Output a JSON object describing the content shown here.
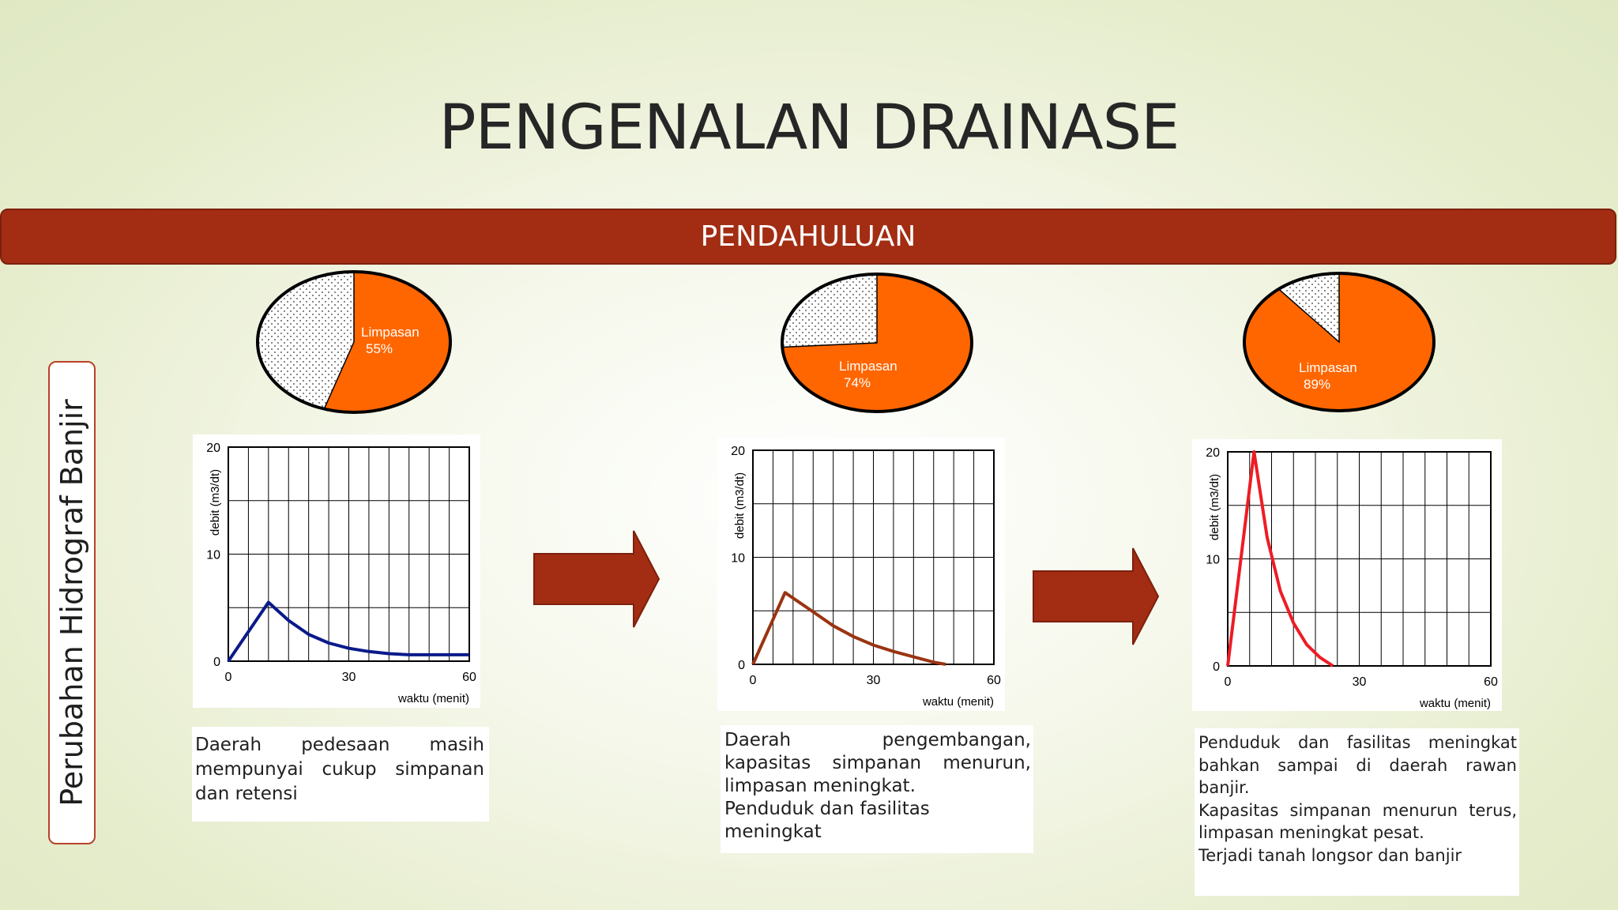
{
  "slide": {
    "title": "PENGENALAN DRAINASE",
    "banner": "PENDAHULUAN",
    "side_label": "Perubahan Hidrograf Banjir"
  },
  "colors": {
    "banner": "#a22d13",
    "pie_runoff": "#ff6600",
    "arrow": "#a22d13",
    "series": [
      "#0a1a8a",
      "#9a3412",
      "#ee1c24"
    ]
  },
  "pies": [
    {
      "runoff_pct": 55,
      "label": "Limpasan",
      "value_label": "55%"
    },
    {
      "runoff_pct": 74,
      "label": "Limpasan",
      "value_label": "74%"
    },
    {
      "runoff_pct": 89,
      "label": "Limpasan",
      "value_label": "89%"
    }
  ],
  "chart_data": [
    {
      "type": "line",
      "xlabel": "waktu (menit)",
      "ylabel": "debit (m3/dt)",
      "xlim": [
        0,
        60
      ],
      "ylim": [
        0,
        20
      ],
      "xticks": [
        "0",
        "30",
        "60"
      ],
      "yticks": [
        "0",
        "10",
        "20"
      ],
      "grid": true,
      "series": [
        {
          "color": "#0a1a8a",
          "x": [
            0,
            10,
            15,
            20,
            25,
            30,
            35,
            40,
            45,
            50,
            55,
            60
          ],
          "y": [
            0,
            5.5,
            3.8,
            2.5,
            1.7,
            1.2,
            0.9,
            0.7,
            0.6,
            0.6,
            0.6,
            0.6
          ]
        }
      ]
    },
    {
      "type": "line",
      "xlabel": "waktu (menit)",
      "ylabel": "debit (m3/dt)",
      "xlim": [
        0,
        60
      ],
      "ylim": [
        0,
        20
      ],
      "xticks": [
        "0",
        "30",
        "60"
      ],
      "yticks": [
        "0",
        "10",
        "20"
      ],
      "grid": true,
      "series": [
        {
          "color": "#9a3412",
          "x": [
            0,
            8,
            15,
            20,
            25,
            30,
            35,
            40,
            45,
            48
          ],
          "y": [
            0,
            6.7,
            4.9,
            3.6,
            2.6,
            1.8,
            1.2,
            0.7,
            0.2,
            0
          ]
        }
      ]
    },
    {
      "type": "line",
      "xlabel": "waktu (menit)",
      "ylabel": "debit (m3/dt)",
      "xlim": [
        0,
        60
      ],
      "ylim": [
        0,
        20
      ],
      "xticks": [
        "0",
        "30",
        "60"
      ],
      "yticks": [
        "0",
        "10",
        "20"
      ],
      "grid": true,
      "series": [
        {
          "color": "#ee1c24",
          "x": [
            0,
            6,
            9,
            12,
            15,
            18,
            21,
            24
          ],
          "y": [
            0,
            20,
            12,
            7,
            4,
            2,
            0.8,
            0
          ]
        }
      ]
    }
  ],
  "descriptions": [
    {
      "lines": [
        "Daerah pedesaan masih mempunyai cukup simpanan dan retensi"
      ]
    },
    {
      "lines": [
        "Daerah pengembangan, kapasitas simpanan menurun, limpasan meningkat.",
        "Penduduk dan fasilitas meningkat"
      ]
    },
    {
      "lines": [
        "Penduduk dan fasilitas meningkat bahkan sampai di daerah rawan banjir.",
        "Kapasitas simpanan menurun terus, limpasan meningkat pesat.",
        "Terjadi tanah longsor dan banjir"
      ]
    }
  ]
}
